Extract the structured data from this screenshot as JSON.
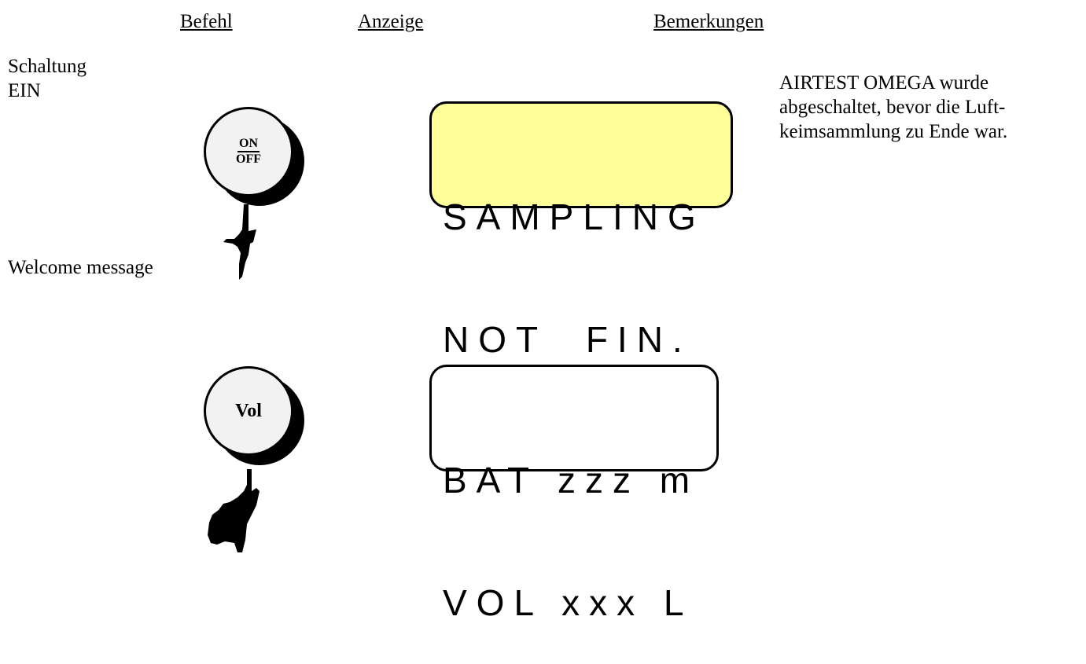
{
  "headers": {
    "command": "Befehl",
    "display": "Anzeige",
    "remarks": "Bemerkungen"
  },
  "left_labels": {
    "switch_line1": "Schaltung",
    "switch_line2": "EIN",
    "welcome": "Welcome message"
  },
  "buttons": {
    "onoff_top": "ON",
    "onoff_bottom": "OFF",
    "vol": "Vol"
  },
  "displays": {
    "first": {
      "line1": "SAMPLING",
      "line2": "NOT  FIN.",
      "background": "#ffff99"
    },
    "second": {
      "line1": "BAT zzz m",
      "line2": "VOL xxx L",
      "background": "#ffffff"
    }
  },
  "remarks": {
    "line1": "AIRTEST OMEGA wurde",
    "line2": "abgeschaltet, bevor die Luft-",
    "line3": "keimsammlung zu Ende war."
  },
  "icons": {
    "press_hand_1": "pointing-hand-icon",
    "press_hand_2": "pointing-hand-icon"
  }
}
